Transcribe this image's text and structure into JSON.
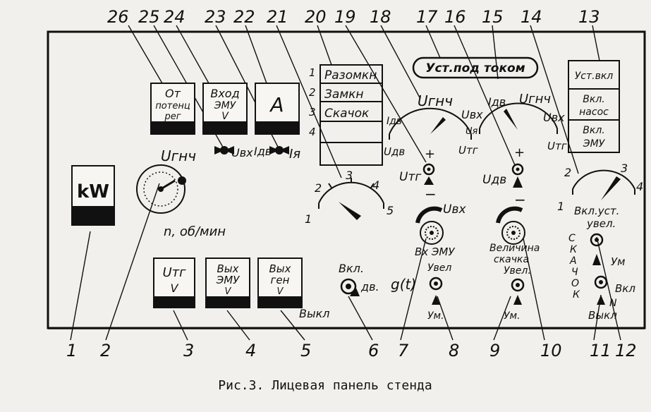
{
  "caption": "Рис.3. Лицевая панель стенда",
  "callouts": {
    "bottom": [
      "1",
      "2",
      "3",
      "4",
      "5",
      "6",
      "7",
      "8",
      "9",
      "10",
      "11",
      "12"
    ],
    "top": [
      "26",
      "25",
      "24",
      "23",
      "22",
      "21",
      "20",
      "19",
      "18",
      "17",
      "16",
      "15",
      "14",
      "13"
    ]
  },
  "instruments": {
    "kw": "kW",
    "top_meters": [
      {
        "line1": "От",
        "line2": "потенц",
        "line3": "рег"
      },
      {
        "line1": "Вход",
        "line2": "ЭМУ",
        "line3": "V"
      },
      {
        "line1": "A",
        "line2": "",
        "line3": ""
      }
    ],
    "bottom_meters": [
      {
        "line1": "Uтг",
        "line2": "V"
      },
      {
        "line1": "Вых",
        "line2": "ЭМУ",
        "line3": "V"
      },
      {
        "line1": "Вых",
        "line2": "ген",
        "line3": "V"
      }
    ],
    "tachometer_label": "n, об/мин"
  },
  "modes": [
    "Разомкн",
    "Замкн",
    "Скачок",
    "",
    ""
  ],
  "mode_numbers": [
    "1",
    "2",
    "3",
    "4"
  ],
  "sub_under_modes": "Uдв",
  "left_switch_labels": [
    "Uгнч",
    "Uвх",
    "Iдв",
    "Iя"
  ],
  "selector_scale": [
    "1",
    "2",
    "3",
    "4",
    "5"
  ],
  "meter_center": {
    "top": "Uгнч",
    "left": "Iдв",
    "right": "Uвх",
    "under_right1": "Uя",
    "under_right2": "Uтг",
    "jack": "Uтг",
    "plus": "+",
    "minus": "−"
  },
  "meter_right": {
    "top": "Uгнч",
    "left": "Iдв",
    "right": "Uвх",
    "under": "Uтг",
    "jack": "Uдв",
    "plus": "+",
    "minus": "−"
  },
  "right_scale": [
    "1",
    "2",
    "3",
    "4"
  ],
  "right_scale_label": [
    "Вкл.уст.",
    "увел."
  ],
  "ust_box": "Уст.под током",
  "right_buttons": [
    "Уст.вкл",
    "Вкл.насос",
    "Вкл.ЭМУ"
  ],
  "right_buttons_lines": [
    [
      "Уст.вкл"
    ],
    [
      "Вкл.",
      "насос"
    ],
    [
      "Вкл.",
      "ЭМУ"
    ]
  ],
  "knob_uvx": {
    "label": "Uвх",
    "sub": "Вх ЭМУ"
  },
  "knob_jump": {
    "label1": "Величина",
    "label2": "скачка"
  },
  "dv_switch": {
    "top": "Вкл.",
    "side": "дв.",
    "bottom": "Выкл"
  },
  "gt_label": "g(t)",
  "uvel_um_8": [
    "Увел",
    "Ум."
  ],
  "uvel_um_9": [
    "Увел.",
    "Ум."
  ],
  "jump_vertical": [
    "С",
    "К",
    "А",
    "Ч",
    "О",
    "К"
  ],
  "right_jacks": {
    "top_right": "Ум",
    "mid_right": "Вкл",
    "bottom": "Выкл",
    "n": "N"
  }
}
